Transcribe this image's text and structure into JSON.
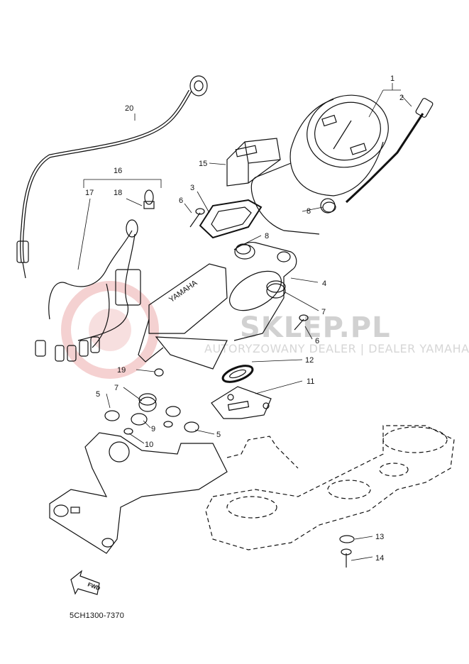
{
  "watermark": {
    "main": "SKLEP.PL",
    "sub": "AUTORYZOWANY DEALER | DEALER YAMAHA"
  },
  "brand_on_cover": "YAMAHA",
  "fwd_label": "FWD",
  "diagram_code": "5CH1300-7370",
  "callouts": [
    "1",
    "2",
    "3",
    "4",
    "5",
    "5",
    "6",
    "6",
    "7",
    "7",
    "8",
    "8",
    "9",
    "10",
    "11",
    "12",
    "13",
    "14",
    "15",
    "16",
    "17",
    "18",
    "19",
    "20"
  ]
}
